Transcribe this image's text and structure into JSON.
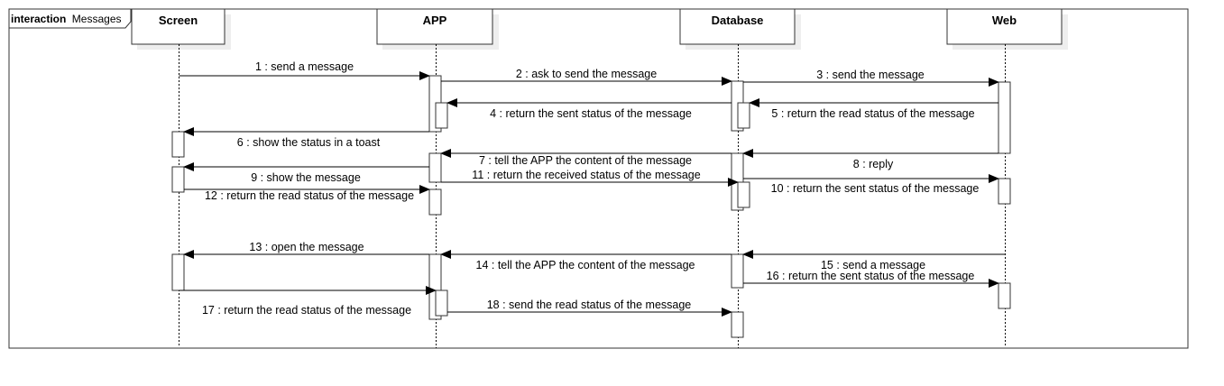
{
  "frame": {
    "keyword": "interaction",
    "name": "Messages"
  },
  "lifelines": [
    {
      "id": "screen",
      "label": "Screen"
    },
    {
      "id": "app",
      "label": "APP"
    },
    {
      "id": "database",
      "label": "Database"
    },
    {
      "id": "web",
      "label": "Web"
    }
  ],
  "messages": [
    {
      "n": 1,
      "label": "1 : send a message",
      "from": "screen",
      "to": "app"
    },
    {
      "n": 2,
      "label": "2 : ask to send the message",
      "from": "app",
      "to": "database"
    },
    {
      "n": 3,
      "label": "3 : send the message",
      "from": "database",
      "to": "web"
    },
    {
      "n": 4,
      "label": "4 : return the sent status of the message",
      "from": "database",
      "to": "app"
    },
    {
      "n": 5,
      "label": "5 : return the read status of the message",
      "from": "web",
      "to": "database"
    },
    {
      "n": 6,
      "label": "6 : show the status in a toast",
      "from": "app",
      "to": "screen"
    },
    {
      "n": 7,
      "label": "7 : tell the APP the content of the message",
      "from": "database",
      "to": "app"
    },
    {
      "n": 8,
      "label": "8 : reply",
      "from": "web",
      "to": "database"
    },
    {
      "n": 9,
      "label": "9 : show the message",
      "from": "app",
      "to": "screen"
    },
    {
      "n": 10,
      "label": "10 : return the sent status of the message",
      "from": "database",
      "to": "web"
    },
    {
      "n": 11,
      "label": "11 : return the received status of the message",
      "from": "app",
      "to": "database"
    },
    {
      "n": 12,
      "label": "12 : return the read status of the message",
      "from": "screen",
      "to": "app"
    },
    {
      "n": 13,
      "label": "13 : open the message",
      "from": "app",
      "to": "screen"
    },
    {
      "n": 14,
      "label": "14 : tell the APP the content of the message",
      "from": "database",
      "to": "app"
    },
    {
      "n": 15,
      "label": "15 : send a message",
      "from": "web",
      "to": "database"
    },
    {
      "n": 16,
      "label": "16 : return the sent status of the message",
      "from": "database",
      "to": "web"
    },
    {
      "n": 17,
      "label": "17 : return the read status of the message",
      "from": "screen",
      "to": "app"
    },
    {
      "n": 18,
      "label": "18 : send the read status of the message",
      "from": "app",
      "to": "database"
    }
  ]
}
